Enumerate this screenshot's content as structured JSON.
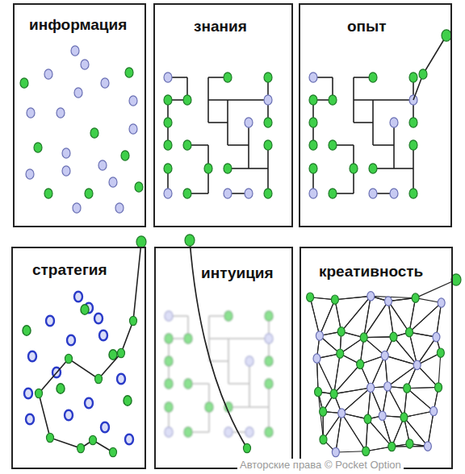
{
  "diagram": {
    "nodes": [
      {
        "text": [
          "информация"
        ]
      },
      {
        "text": [
          "знания"
        ]
      },
      {
        "text": [
          "опыт"
        ]
      },
      {
        "text": [
          "стратегия"
        ]
      },
      {
        "text": [
          "интуиция"
        ]
      },
      {
        "text": [
          "креативность"
        ]
      }
    ],
    "labels": [
      "Авторские права © Pocket Option"
    ]
  }
}
